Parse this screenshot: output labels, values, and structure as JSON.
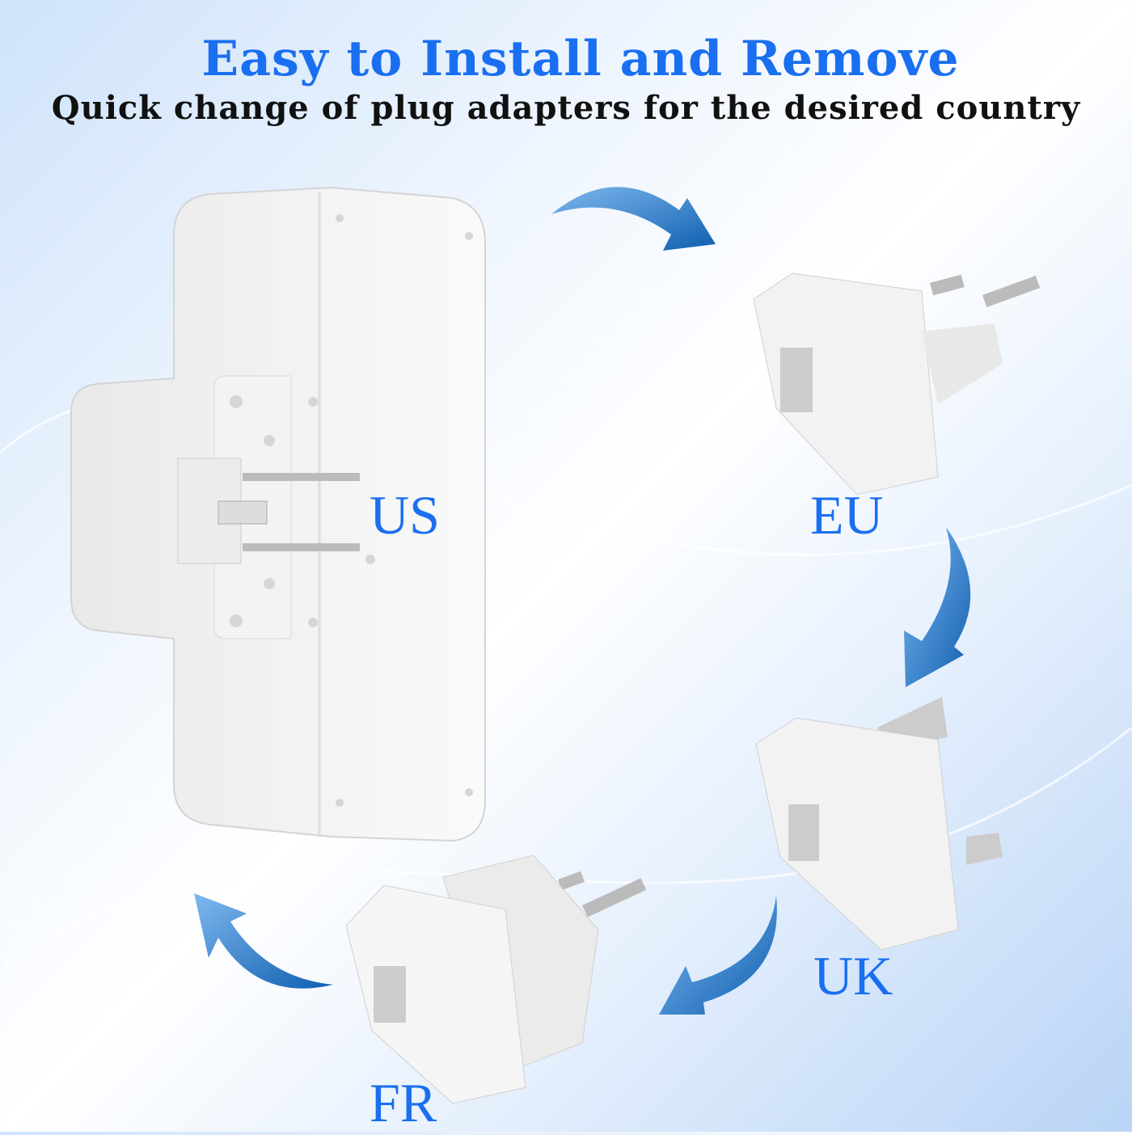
{
  "header": {
    "title": "Easy to Install and Remove",
    "subtitle": "Quick change of plug adapters for the desired country"
  },
  "labels": {
    "us": "US",
    "eu": "EU",
    "uk": "UK",
    "fr": "FR"
  },
  "colors": {
    "accent": "#1a6ff0",
    "arrow": "#1f6fc4"
  }
}
